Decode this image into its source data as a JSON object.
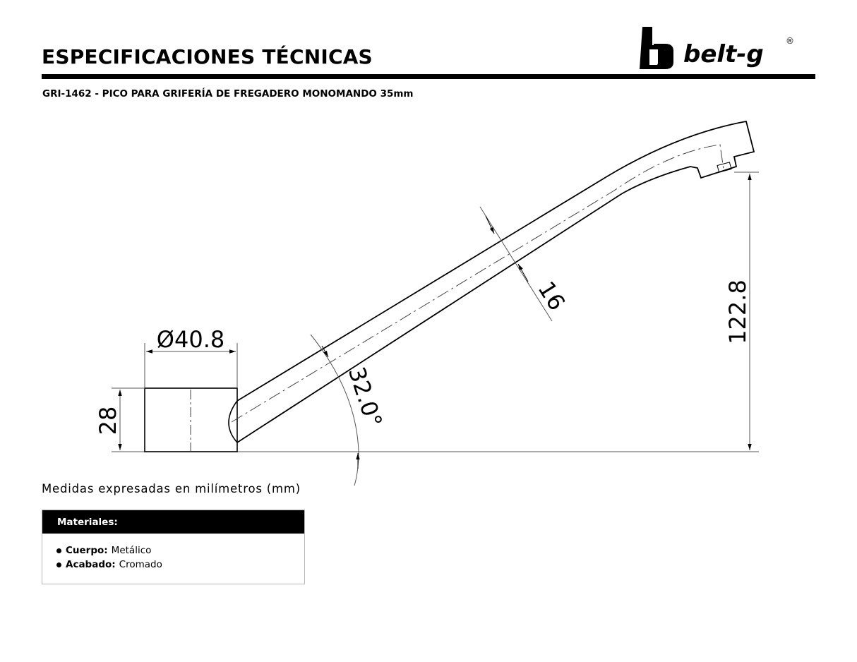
{
  "header": {
    "title": "ESPECIFICACIONES TÉCNICAS",
    "subtitle": "GRI-1462 - PICO PARA GRIFERÍA DE FREGADERO MONOMANDO 35mm",
    "brand": "belt-g",
    "brand_mark": "®",
    "logo_icon": "belt-g-logo-icon"
  },
  "drawing": {
    "dimensions": {
      "base_diameter": "Ø40.8",
      "base_height": "28",
      "tube_diameter": "16",
      "angle": "32.0°",
      "total_height": "122.8"
    }
  },
  "units_note": "Medidas expresadas en milímetros (mm)",
  "materials": {
    "header": "Materiales:",
    "items": [
      {
        "key": "Cuerpo:",
        "value": "Metálico"
      },
      {
        "key": "Acabado:",
        "value": "Cromado"
      }
    ]
  }
}
